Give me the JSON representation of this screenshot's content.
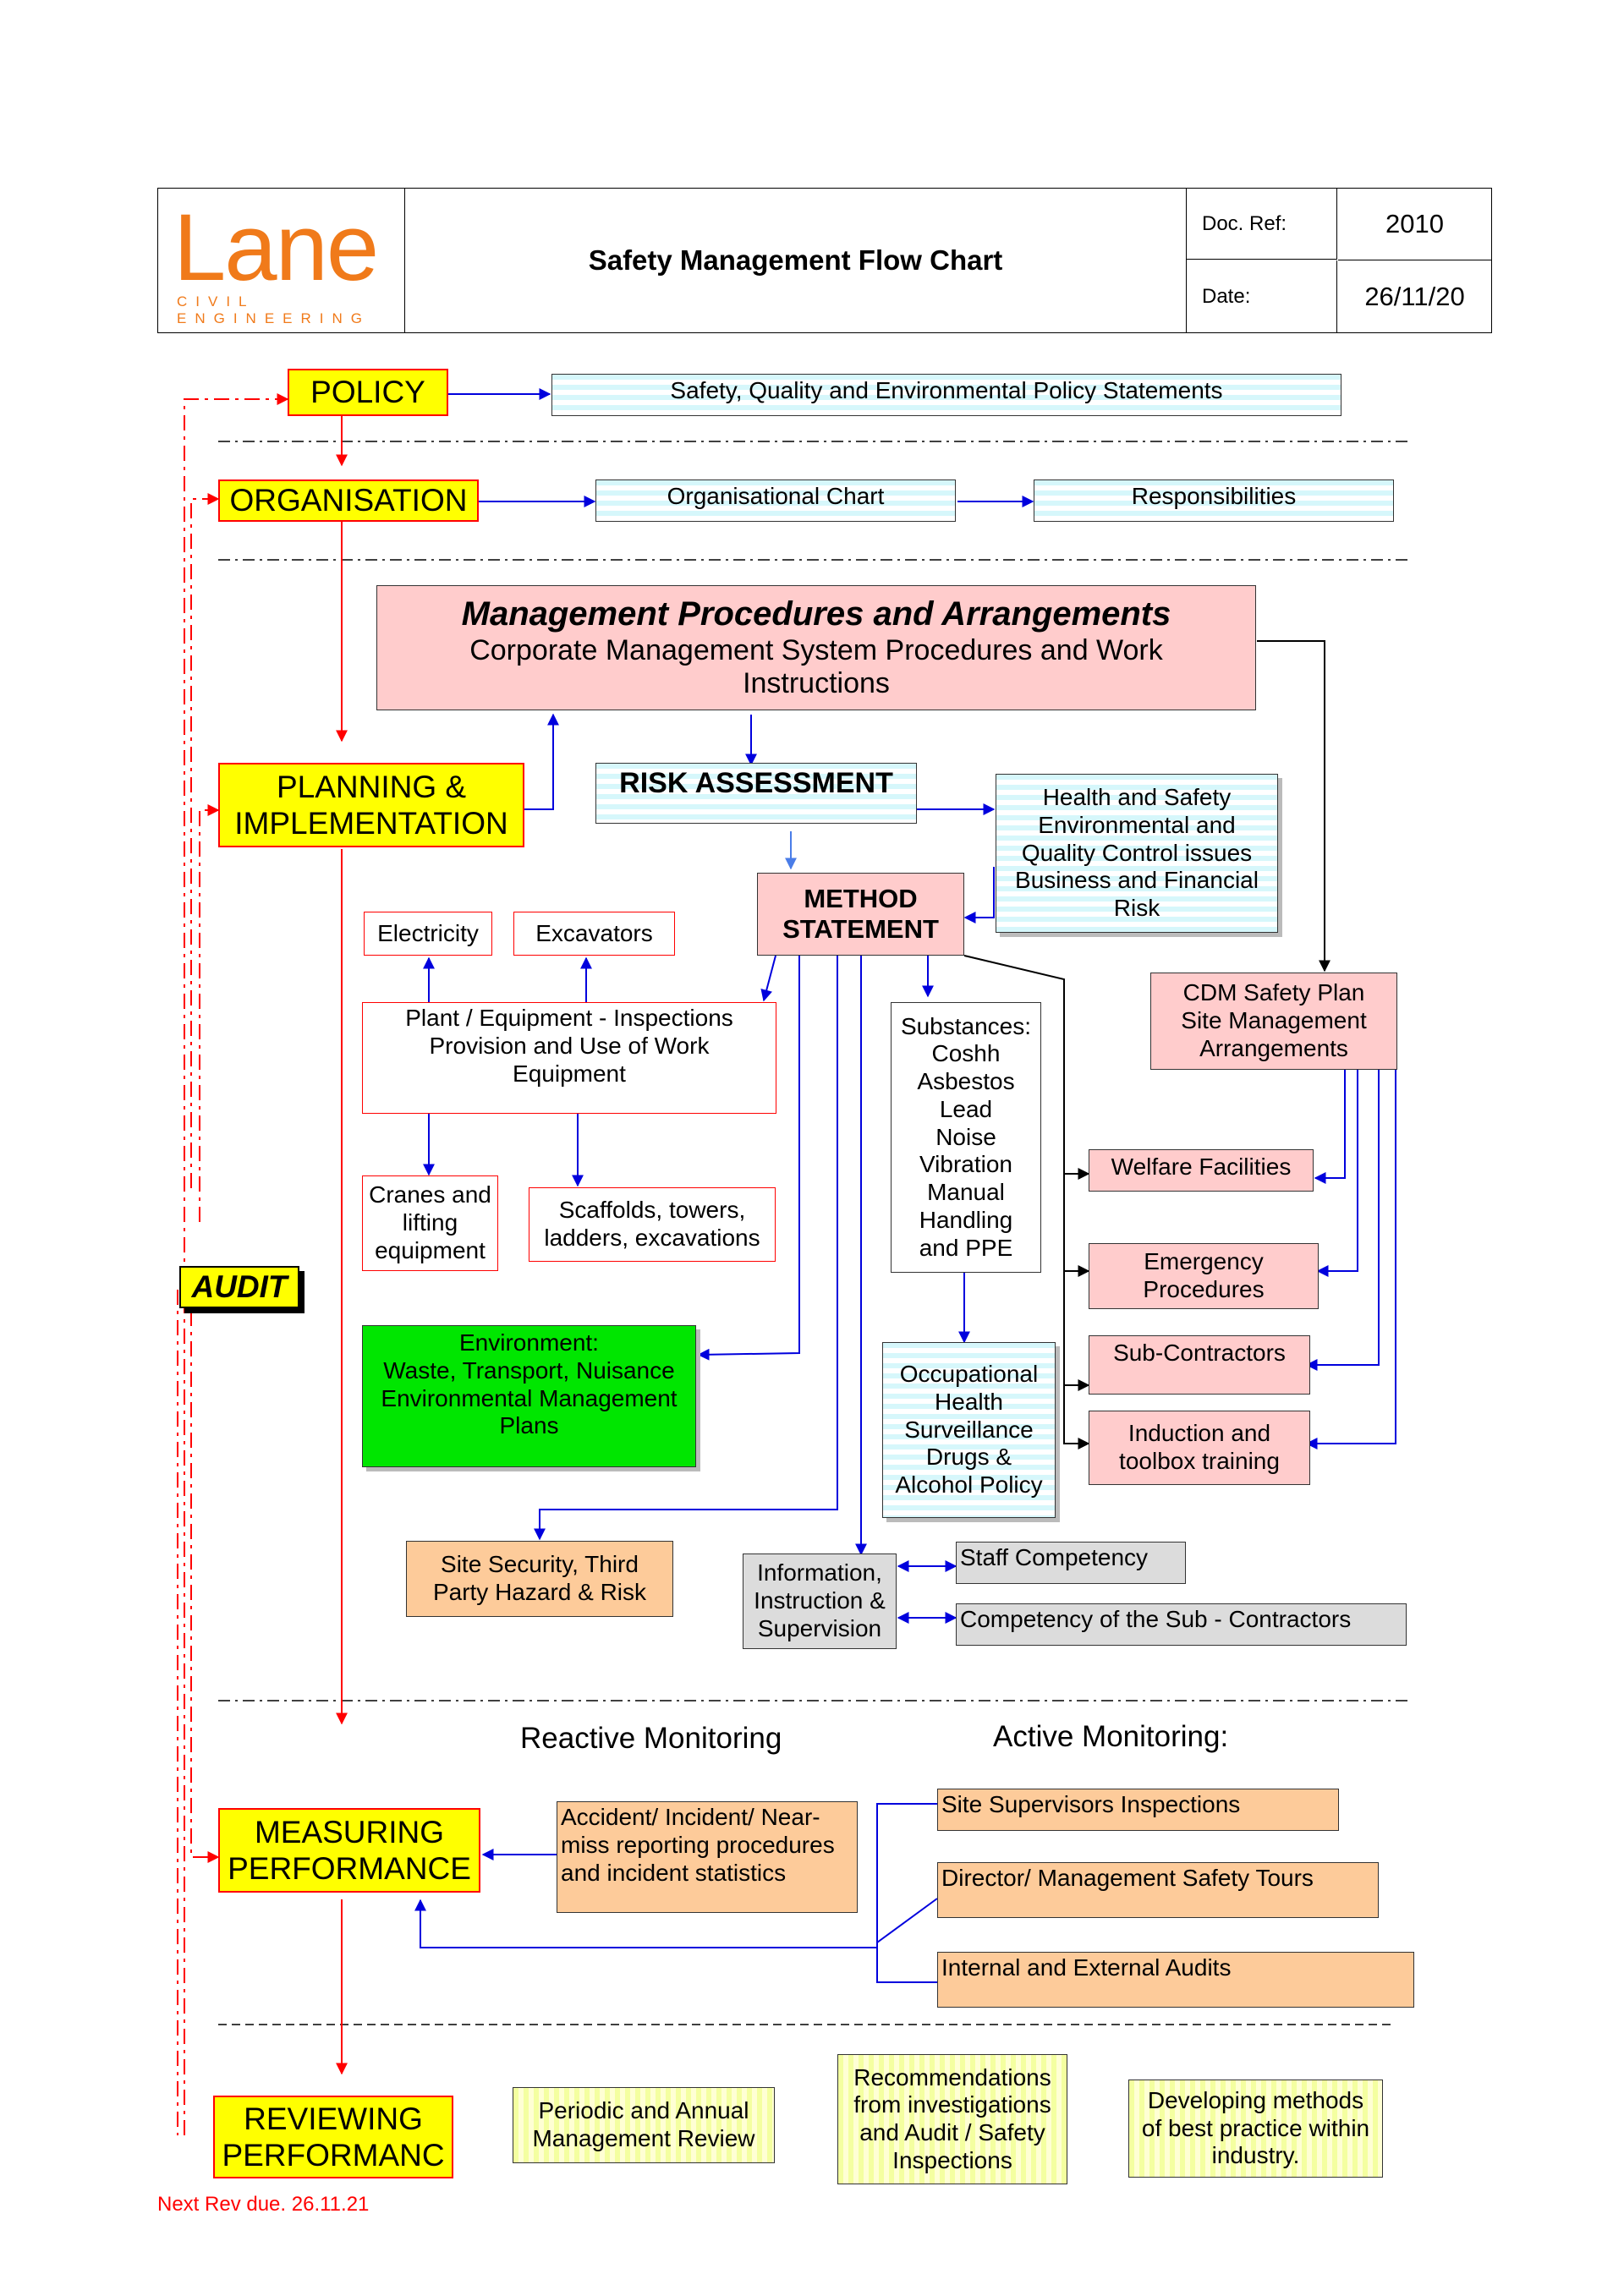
{
  "header": {
    "logo": "Lane",
    "logo_sub": "CIVIL ENGINEERING",
    "title": "Safety Management Flow Chart",
    "doc_ref_label": "Doc.  Ref:",
    "doc_ref_value": "2010",
    "date_label": "Date:",
    "date_value": "26/11/20"
  },
  "stages": {
    "policy": "POLICY",
    "organisation": "ORGANISATION",
    "planning": "PLANNING &\nIMPLEMENTATION",
    "audit": "AUDIT",
    "measuring": "MEASURING\nPERFORMANCE",
    "reviewing": "REVIEWING\nPERFORMANC"
  },
  "policy_row": {
    "statements": "Safety, Quality and Environmental Policy Statements"
  },
  "organisation_row": {
    "chart": "Organisational Chart",
    "responsibilities": "Responsibilities"
  },
  "procedures": {
    "title": "Management Procedures and Arrangements",
    "subtitle": "Corporate Management System Procedures and Work\nInstructions"
  },
  "planning_nodes": {
    "risk_assessment": "RISK ASSESSMENT",
    "hs_issues": "Health and Safety\nEnvironmental and\nQuality Control issues\nBusiness and Financial\nRisk",
    "method_statement": "METHOD\nSTATEMENT",
    "electricity": "Electricity",
    "excavators": "Excavators",
    "plant": "Plant / Equipment - Inspections\nProvision and Use of Work\nEquipment",
    "cranes": "Cranes and\nlifting\nequipment",
    "scaffolds": "Scaffolds, towers,\nladders, excavations",
    "substances": "Substances:\nCoshh\nAsbestos\nLead\nNoise\nVibration\nManual\nHandling\nand PPE",
    "occupational": "Occupational\nHealth\nSurveillance\nDrugs &\nAlcohol Policy",
    "environment": "Environment:\nWaste, Transport, Nuisance\nEnvironmental Management\nPlans",
    "cdm": "CDM Safety Plan\nSite Management\nArrangements",
    "welfare": "Welfare Facilities",
    "emergency": "Emergency\nProcedures",
    "subcontractors": "Sub-Contractors",
    "induction": "Induction and\ntoolbox training",
    "site_security": "Site Security, Third\nParty Hazard & Risk",
    "information": "Information,\nInstruction &\nSupervision",
    "staff_competency": "Staff Competency",
    "sub_competency": "Competency of the Sub - Contractors"
  },
  "monitoring": {
    "reactive_heading": "Reactive Monitoring",
    "active_heading": "Active Monitoring:",
    "accident": "Accident/ Incident/ Near-\nmiss reporting procedures\nand incident statistics",
    "site_supervisors": "Site Supervisors Inspections",
    "director_tours": "Director/ Management Safety Tours",
    "audits": "Internal and External Audits"
  },
  "review": {
    "periodic": "Periodic and Annual\nManagement Review",
    "recommendations": "Recommendations\nfrom investigations\nand Audit / Safety\nInspections",
    "best_practice": "Developing methods\nof best practice within\nindustry."
  },
  "footer": {
    "next_rev": "Next Rev due. 26.11.21"
  },
  "colors": {
    "stage_fill": "#ffff00",
    "stage_border": "#ff0000",
    "flow_blue": "#0000dd",
    "audit_red": "#ff0000",
    "logo_orange": "#f07a1a",
    "environment_green": "#00e600",
    "orange_box": "#fdcb9a",
    "pink_box": "#ffcccc"
  }
}
